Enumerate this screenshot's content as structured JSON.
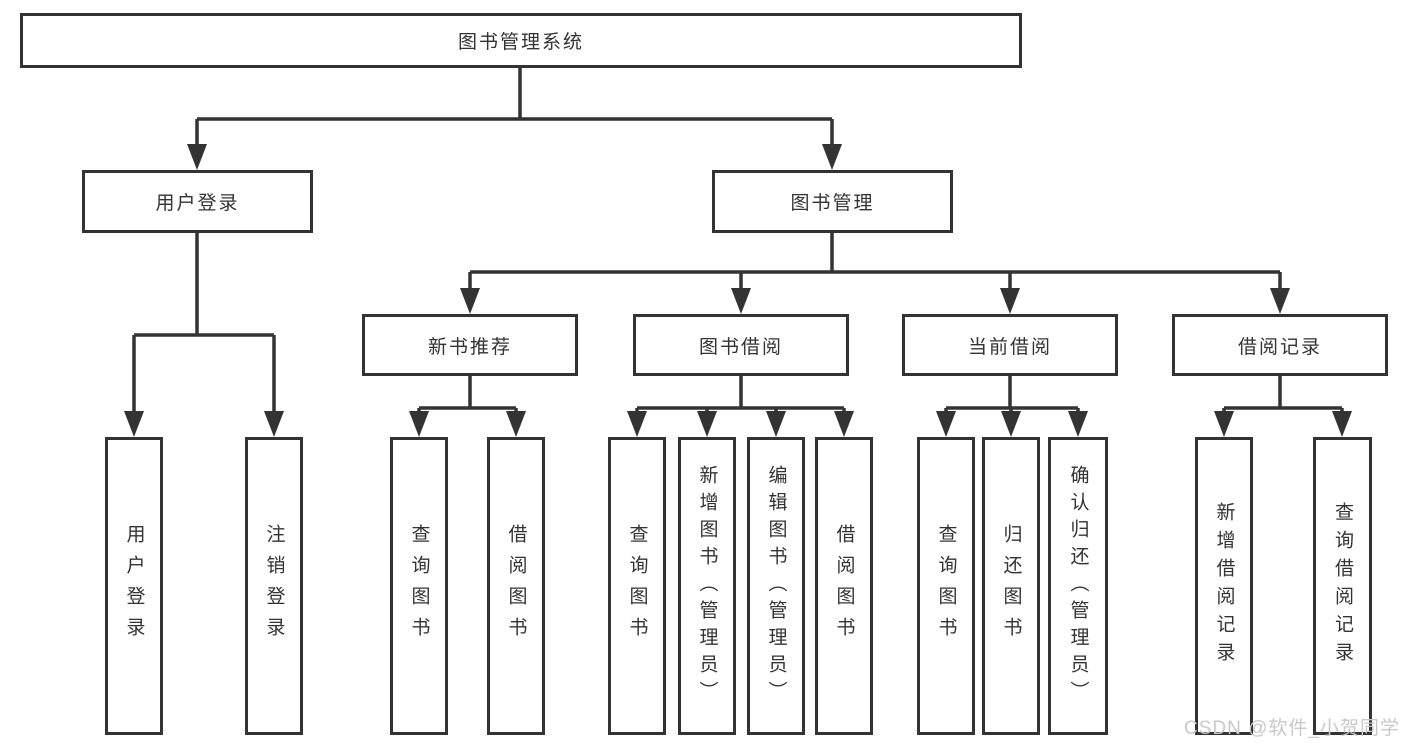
{
  "diagram": {
    "root": {
      "label": "图书管理系统"
    },
    "level2": [
      {
        "label": "用户登录"
      },
      {
        "label": "图书管理"
      }
    ],
    "level3": [
      {
        "label": "新书推荐"
      },
      {
        "label": "图书借阅"
      },
      {
        "label": "当前借阅"
      },
      {
        "label": "借阅记录"
      }
    ],
    "leaves": {
      "user_login": [
        "用户登录",
        "注销登录"
      ],
      "new_book": [
        "查询图书",
        "借阅图书"
      ],
      "book_borrow": [
        "查询图书",
        "新增图书（管理员）",
        "编辑图书（管理员）",
        "借阅图书"
      ],
      "current_borrow": [
        "查询图书",
        "归还图书",
        "确认归还（管理员）"
      ],
      "borrow_records": [
        "新增借阅记录",
        "查询借阅记录"
      ]
    }
  },
  "watermark": {
    "text": "CSDN @软件_小贺同学"
  },
  "colors": {
    "line": "#333333",
    "text": "#333333",
    "box_background": "#ffffff",
    "page_background": "#ffffff",
    "watermark": "#c9c9c9"
  }
}
